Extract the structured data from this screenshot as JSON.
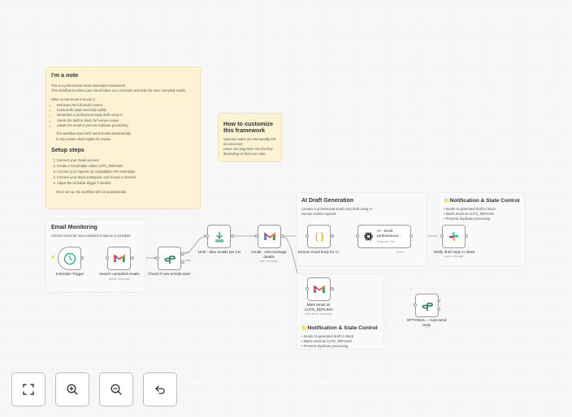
{
  "notes": {
    "main": {
      "title": "I'm a note",
      "intro": "This is a professional email automation framework.\nThis workflow monitors your Gmail inbox on a schedule and looks for new, unreplied emails.",
      "when_found": "When a new email is found, it:",
      "steps": [
        "Retrieves the full email content",
        "Extracts the plain text body safely",
        "Generates a professional reply draft using AI",
        "Sends the draft to Slack for human review",
        "Labels the email to prevent duplicate processing"
      ],
      "warning": "The workflow does NOT send emails automatically.\nIt only creates draft replies for review.",
      "setup_title": "Setup steps",
      "setup_steps": [
        "Connect your Gmail account",
        "Create a Gmail label called AUTO_REPLIED",
        "Connect your OpenAI (or compatible) API credentials",
        "Connect your Slack workspace and choose a channel",
        "Adjust the schedule trigger if needed"
      ],
      "setup_footer": "Once set up, the workflow will run automatically."
    },
    "customize": {
      "title": "How to customize this framework",
      "text": "Optional nodes are intentionally left unconnected.\nUsers can plug them into the flow depending on their use case."
    },
    "monitoring": {
      "title": "Email Monitoring",
      "text": "Checks Gmail for new unreplied emails on a schedule"
    },
    "ai_draft": {
      "title": "AI Draft Generation",
      "text": "Creates a professional email reply draft using AI.\nHuman review required."
    },
    "notif_top": {
      "title": "Notification & State Control",
      "items": [
        "Sends AI-generated draft to Slack",
        "Marks email as AUTO_REPLIED",
        "Prevents duplicate processing"
      ]
    },
    "notif_bottom": {
      "title": "Notification & State Control",
      "items": [
        "Sends AI-generated draft to Slack",
        "Marks email as AUTO_REPLIED",
        "Prevents duplicate processing"
      ]
    }
  },
  "nodes": {
    "schedule": {
      "label": "Schedule Trigger",
      "icon": "clock-icon"
    },
    "search": {
      "label": "Search unreplied emails",
      "sub": "getAll: message",
      "icon": "gmail-icon"
    },
    "check": {
      "label": "Check if new emails exist",
      "icon": "if-icon",
      "branch_true": "true",
      "branch_false": "false"
    },
    "limit": {
      "label": "Limit - Max emails per run",
      "icon": "limit-icon"
    },
    "get": {
      "label": "Gmail - Get message details",
      "sub": "get: message",
      "icon": "gmail-icon"
    },
    "extract": {
      "label": "Extract email body for AI",
      "icon": "code-braces-icon"
    },
    "ai": {
      "label": "AI - Draft professional...",
      "sub": "Response Text",
      "model": "Model",
      "icon": "openai-icon"
    },
    "slack": {
      "label": "Notify draft reply in Slack",
      "sub": "post: message",
      "icon": "slack-icon"
    },
    "mark": {
      "label": "Mark email as AUTO_REPLIED",
      "sub": "addLabels: message",
      "icon": "gmail-icon"
    },
    "optional": {
      "label": "OPTIONAL – Auto-send reply",
      "icon": "if-icon"
    }
  },
  "controls": [
    {
      "name": "zoom-to-fit",
      "icon": "fit-screen-icon"
    },
    {
      "name": "zoom-in",
      "icon": "zoom-in-icon"
    },
    {
      "name": "zoom-out",
      "icon": "zoom-out-icon"
    },
    {
      "name": "reset-zoom",
      "icon": "undo-icon"
    }
  ],
  "colors": {
    "accent_trigger": "#ff6d5a",
    "note_yellow": "#fdf3d4",
    "wire": "#9a9a9a",
    "if_green": "#1a7f4b",
    "limit_green": "#2fa36b"
  }
}
